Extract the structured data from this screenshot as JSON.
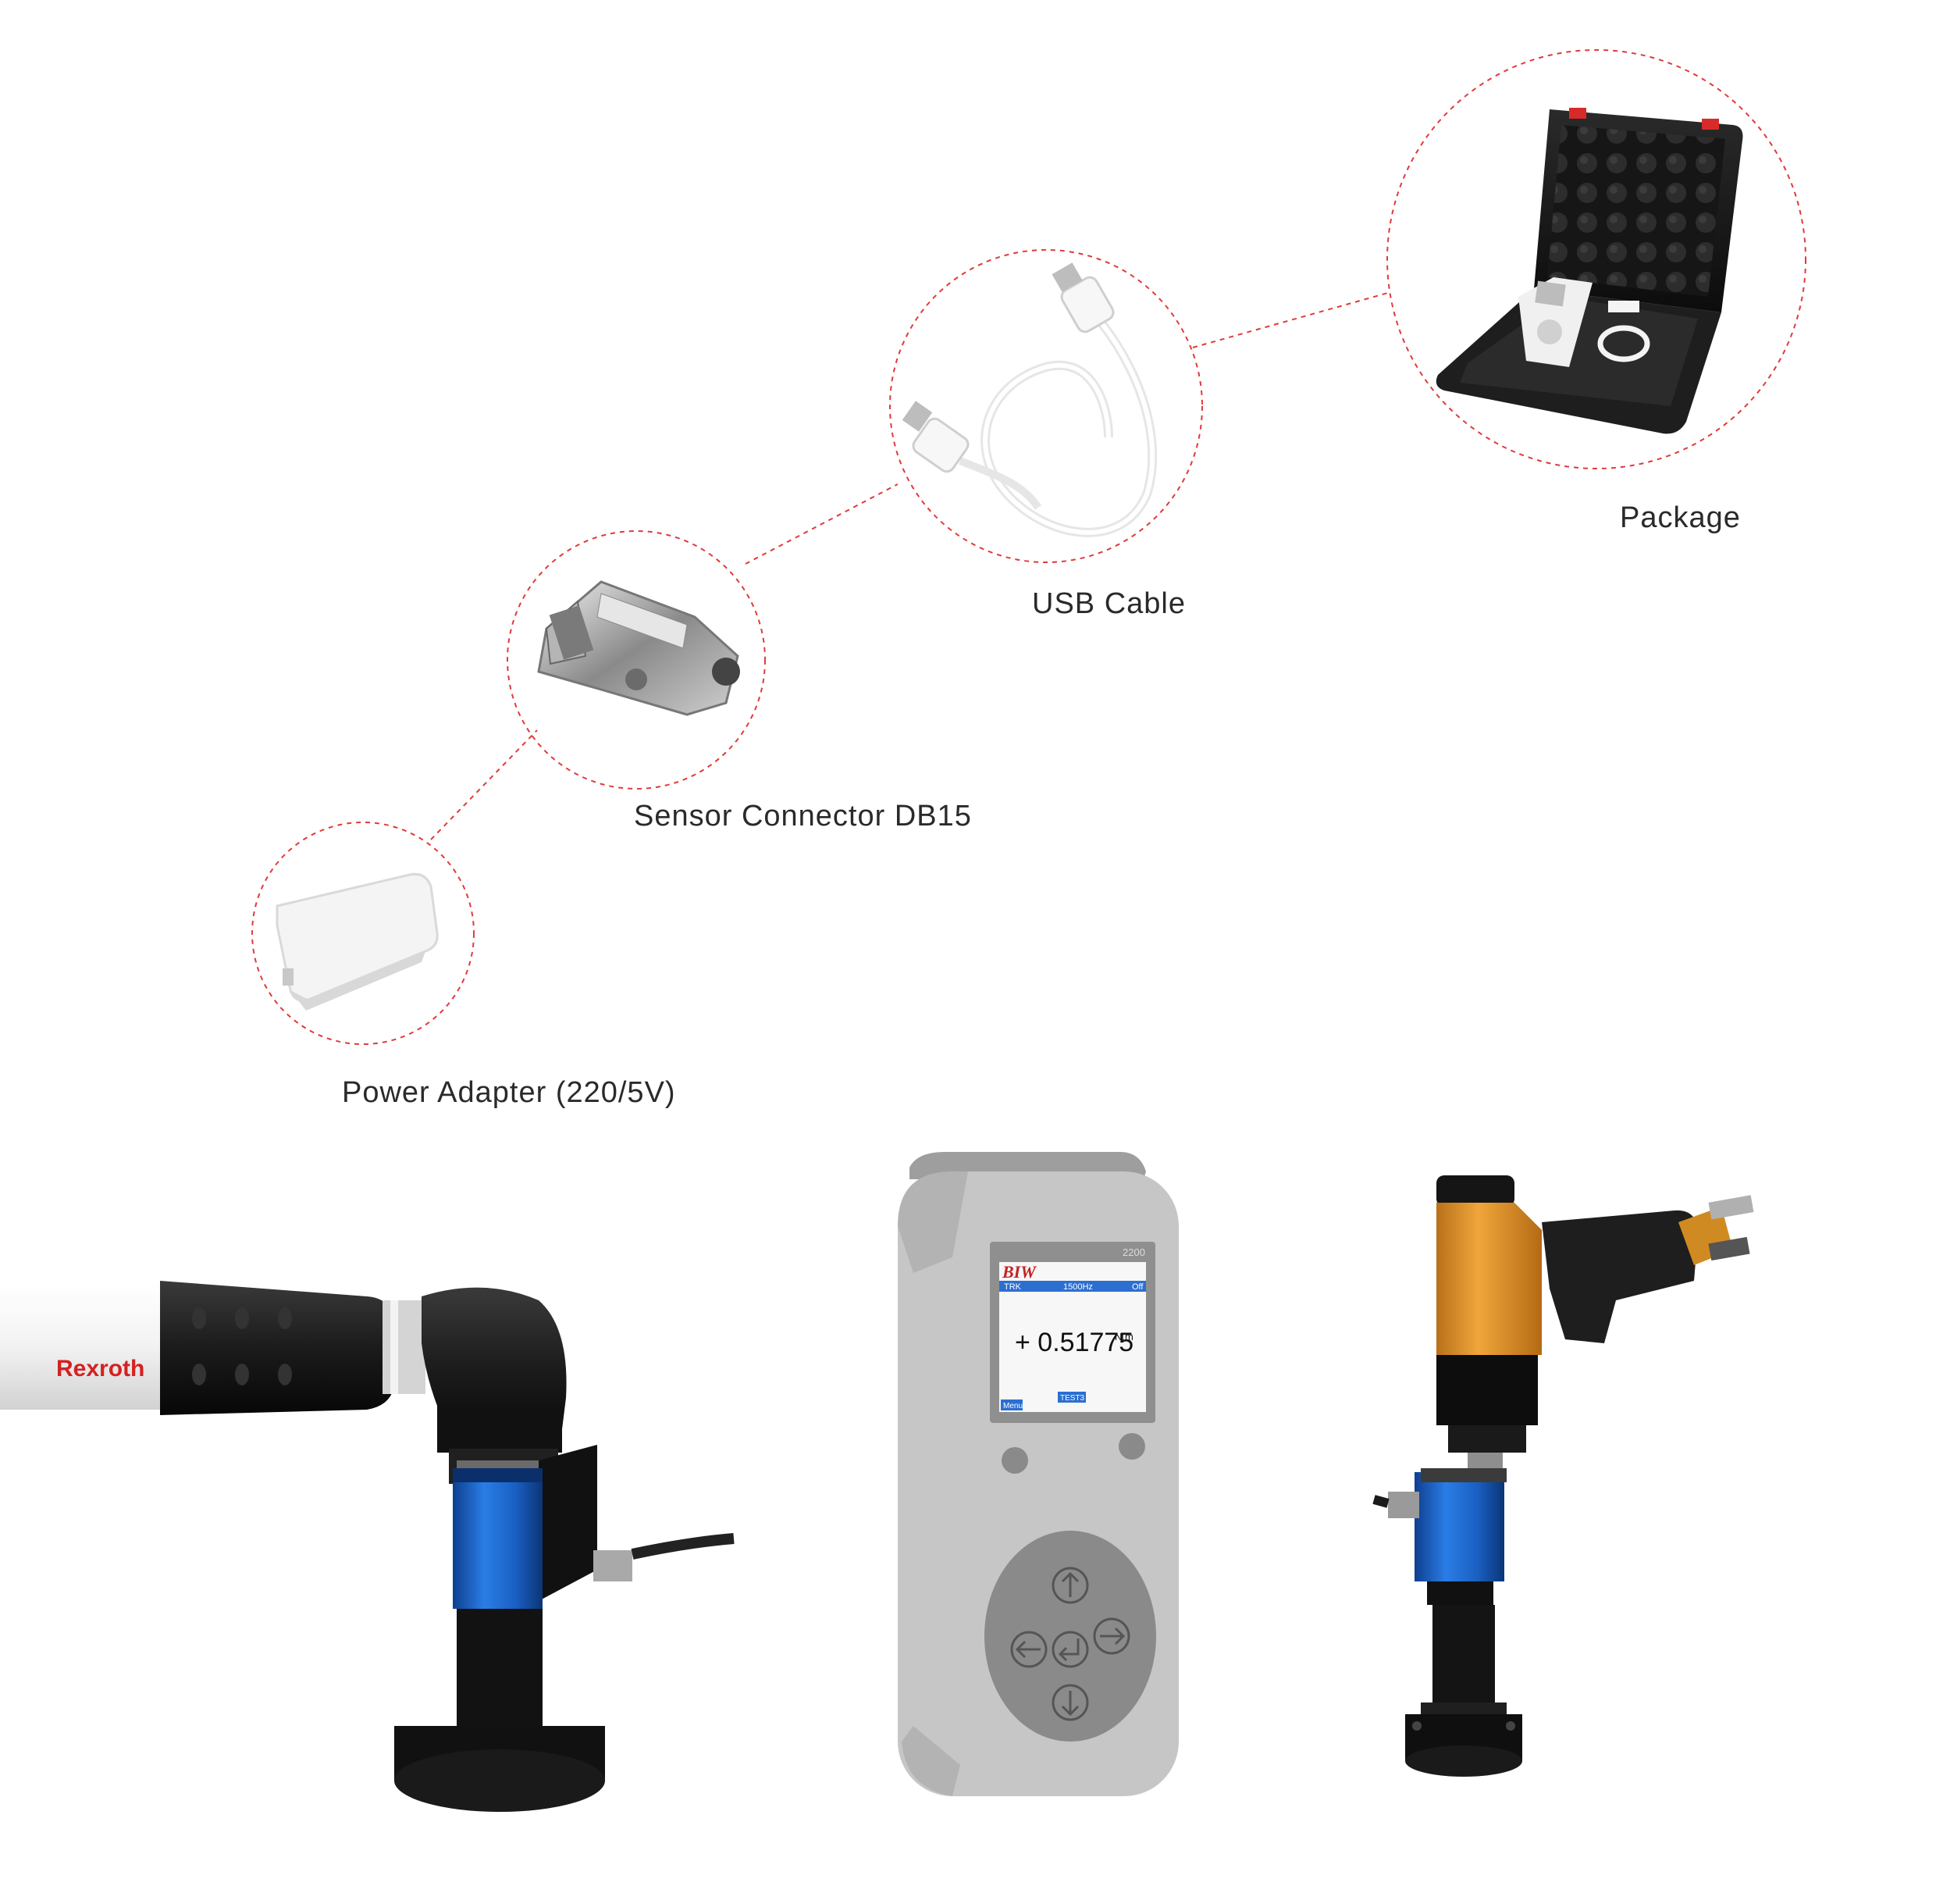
{
  "accessories": [
    {
      "id": "power_adapter",
      "label": "Power Adapter (220/5V)"
    },
    {
      "id": "sensor_connector",
      "label": "Sensor Connector DB15"
    },
    {
      "id": "usb_cable",
      "label": "USB Cable"
    },
    {
      "id": "package",
      "label": "Package"
    }
  ],
  "meter": {
    "brand": "BIW",
    "model": "2200",
    "mode": "TRK",
    "frequency": "1500Hz",
    "status": "Off",
    "reading": "+ 0.51775",
    "unit": "N.m",
    "softkey_left": "Menu",
    "softkey_right": "TEST3"
  },
  "tool_brand": "Rexroth",
  "colors": {
    "dashed_circle": "#e03a3a",
    "sensor_blue": "#1a64c8",
    "meter_body": "#c6c6c6",
    "screen_bar": "#2b6fd1",
    "tool_orange": "#e59a2b"
  },
  "icons": [
    "arrow-up-icon",
    "arrow-left-icon",
    "enter-icon",
    "arrow-right-icon",
    "arrow-down-icon"
  ]
}
